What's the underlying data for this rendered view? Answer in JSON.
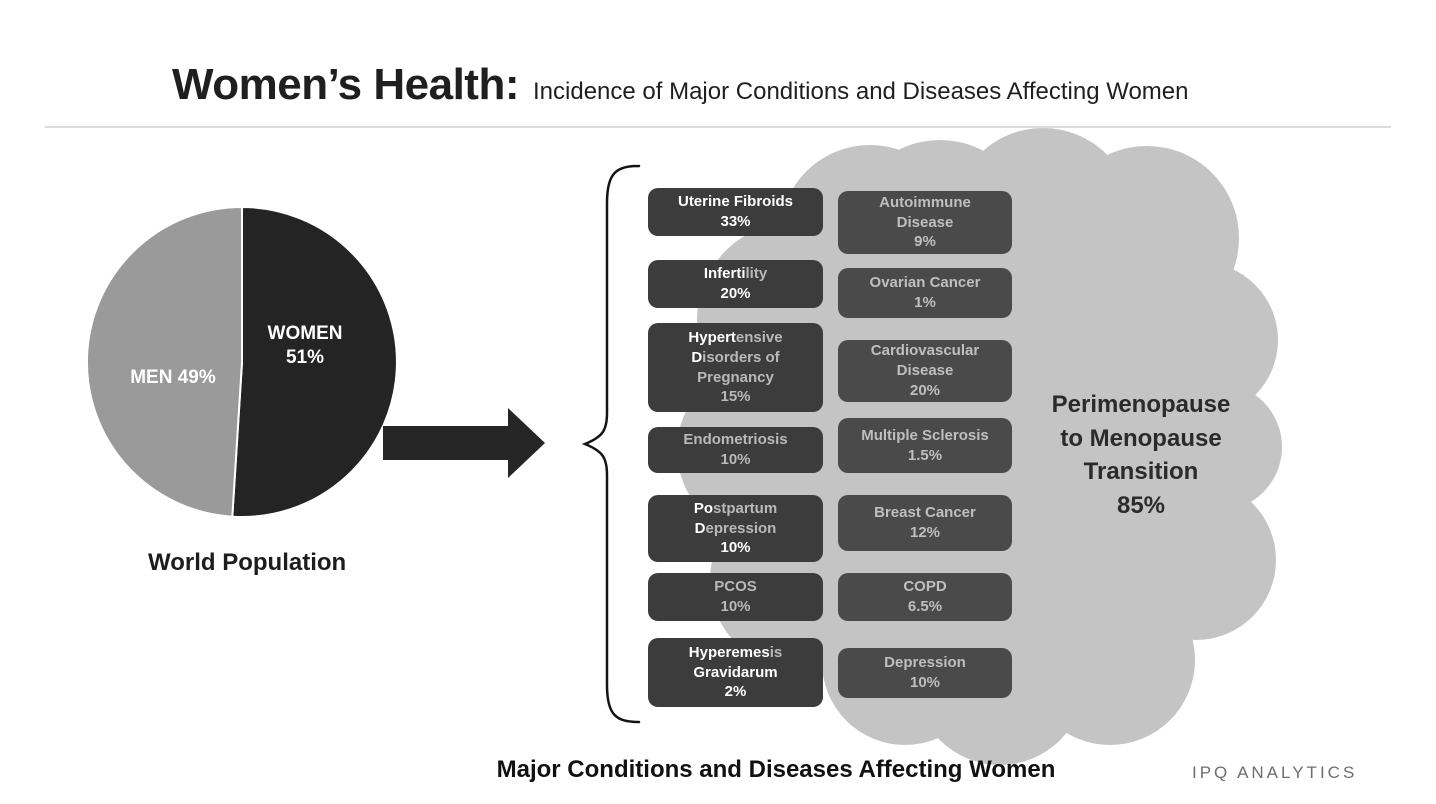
{
  "header": {
    "title": "Women’s Health:",
    "subtitle": "Incidence of Major Conditions and Diseases Affecting Women"
  },
  "pie": {
    "caption": "World Population",
    "women_label": "WOMEN",
    "women_value": "51%",
    "men_label": "MEN",
    "men_value": "49%"
  },
  "left_boxes": [
    {
      "lines": [
        {
          "w": "Uterine Fibroids",
          "g": ""
        },
        {
          "w": "33%",
          "g": ""
        }
      ]
    },
    {
      "lines": [
        {
          "w": "Inferti",
          "g": "lity"
        },
        {
          "w": "20%",
          "g": ""
        }
      ]
    },
    {
      "lines": [
        {
          "w": "Hypert",
          "g": "ensive"
        },
        {
          "w": "D",
          "g": "isorders of"
        },
        {
          "w": "",
          "g": "Pregnancy"
        },
        {
          "w": "",
          "g": "15%"
        }
      ]
    },
    {
      "lines": [
        {
          "w": "",
          "g": "Endometriosis"
        },
        {
          "w": "",
          "g": "10%"
        }
      ]
    },
    {
      "lines": [
        {
          "w": "Po",
          "g": "stpartum"
        },
        {
          "w": "D",
          "g": "epression"
        },
        {
          "w": "10%",
          "g": ""
        }
      ]
    },
    {
      "lines": [
        {
          "w": "",
          "g": "PCOS"
        },
        {
          "w": "",
          "g": "10%"
        }
      ]
    },
    {
      "lines": [
        {
          "w": "Hyperemes",
          "g": "is"
        },
        {
          "w": "Gravidarum",
          "g": ""
        },
        {
          "w": "2%",
          "g": ""
        }
      ]
    }
  ],
  "right_boxes": [
    {
      "lines": [
        "Autoimmune",
        "Disease",
        "9%"
      ]
    },
    {
      "lines": [
        "Ovarian Cancer",
        "1%"
      ]
    },
    {
      "lines": [
        "Cardiovascular",
        "Disease",
        "20%"
      ]
    },
    {
      "lines": [
        "Multiple Sclerosis",
        "1.5%"
      ]
    },
    {
      "lines": [
        "Breast Cancer",
        "12%"
      ]
    },
    {
      "lines": [
        "COPD",
        "6.5%"
      ]
    },
    {
      "lines": [
        "Depression",
        "10%"
      ]
    }
  ],
  "cloud": {
    "lines": [
      "Perimenopause",
      "to Menopause",
      "Transition",
      "85%"
    ]
  },
  "footer": {
    "caption": "Major Conditions and Diseases Affecting Women",
    "brand": "IPQ ANALYTICS"
  },
  "colors": {
    "women_slice": "#242424",
    "men_slice": "#9a9a9a",
    "arrow": "#262626",
    "cloud": "#c4c4c4",
    "left_box_bg": "#3c3c3c",
    "right_box_bg": "#4a4a4a",
    "right_box_text": "#bfbfbf"
  },
  "chart_data": [
    {
      "type": "pie",
      "title": "World Population",
      "labels": [
        "WOMEN",
        "MEN"
      ],
      "values": [
        51,
        49
      ],
      "colors": [
        "#242424",
        "#9a9a9a"
      ],
      "legend_position": "inside"
    },
    {
      "type": "table",
      "title": "Major Conditions and Diseases Affecting Women",
      "categories": [
        "Uterine Fibroids",
        "Infertility",
        "Hypertensive Disorders of Pregnancy",
        "Endometriosis",
        "Postpartum Depression",
        "PCOS",
        "Hyperemesis Gravidarum",
        "Autoimmune Disease",
        "Ovarian Cancer",
        "Cardiovascular Disease",
        "Multiple Sclerosis",
        "Breast Cancer",
        "COPD",
        "Depression",
        "Perimenopause to Menopause Transition"
      ],
      "values": [
        33,
        20,
        15,
        10,
        10,
        10,
        2,
        9,
        1,
        20,
        1.5,
        12,
        6.5,
        10,
        85
      ],
      "unit": "%"
    }
  ]
}
